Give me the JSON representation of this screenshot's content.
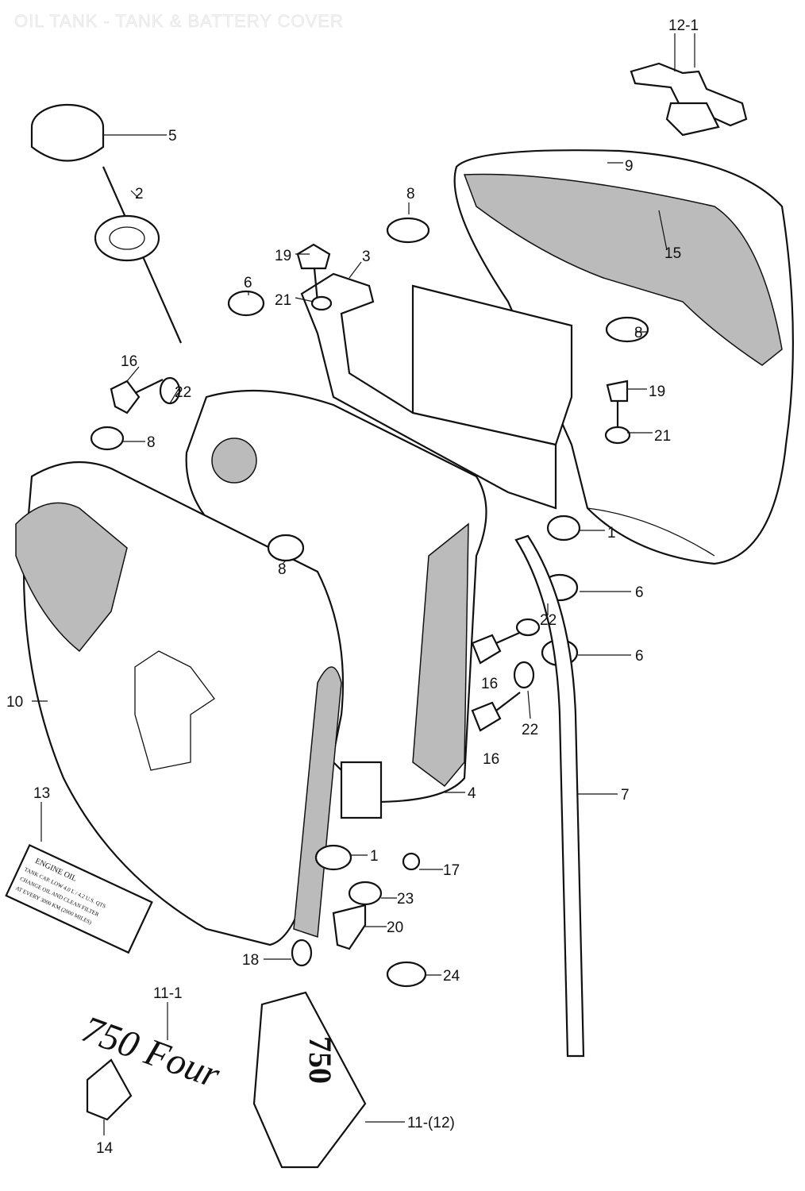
{
  "title": "OIL TANK - TANK & BATTERY COVER",
  "callouts": {
    "c12_1": "12-1",
    "c5": "5",
    "c2": "2",
    "c9": "9",
    "c15": "15",
    "c8a": "8",
    "c19a": "19",
    "c21a": "21",
    "c3": "3",
    "c6a": "6",
    "c16a": "16",
    "c22a": "22",
    "c8b": "8",
    "c8c": "8",
    "c19b": "19",
    "c21b": "21",
    "c1a": "1",
    "c8d": "8",
    "c6b": "6",
    "c22b": "22",
    "c6c": "6",
    "c16b": "16",
    "c22c": "22",
    "c16c": "16",
    "c10": "10",
    "c4": "4",
    "c7": "7",
    "c13": "13",
    "c1b": "1",
    "c17": "17",
    "c23": "23",
    "c20": "20",
    "c18": "18",
    "c24": "24",
    "c11_1": "11-1",
    "c14": "14",
    "c11_12": "11-(12)"
  },
  "decal": {
    "line1": "ENGINE OIL",
    "line2": "TANK CAP. LOW 4.0 L / 4.2 U.S. QTS",
    "line3": "CHANGE OIL AND CLEAN FILTER",
    "line4": "AT EVERY 3000 KM (2000 MILES)"
  },
  "emblem_script": "750 Four",
  "emblem_badge": "750"
}
